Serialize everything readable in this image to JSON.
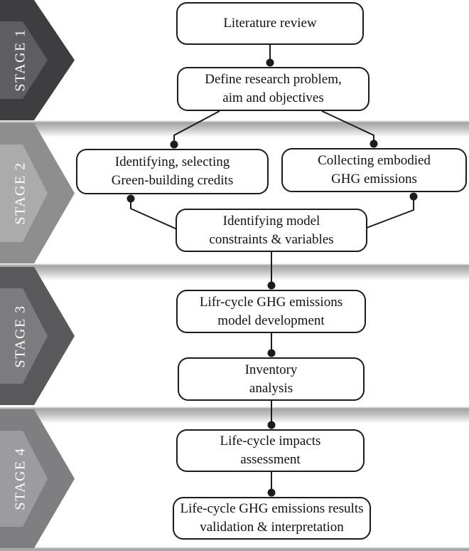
{
  "figure_type": "research-methodology-flowchart",
  "colors": {
    "line": "#1b1b1b",
    "box_fill": "#ffffff",
    "text": "#111111",
    "stage_text": "#ffffff",
    "stripe": "#a4a4a4"
  },
  "stages": [
    {
      "label": "STAGE 1",
      "outer_color": "#3e3e40",
      "inner_color": "#5e5e60"
    },
    {
      "label": "STAGE 2",
      "outer_color": "#8e8e8e",
      "inner_color": "#ababab"
    },
    {
      "label": "STAGE 3",
      "outer_color": "#59595b",
      "inner_color": "#7c7c7e"
    },
    {
      "label": "STAGE 4",
      "outer_color": "#7f7f81",
      "inner_color": "#9c9c9e"
    }
  ],
  "nodes": [
    {
      "id": "literature-review",
      "stage": 1,
      "lines": [
        "Literature review",
        ""
      ]
    },
    {
      "id": "define-research-problem",
      "stage": 1,
      "lines": [
        "Define research problem,",
        "aim and objectives"
      ]
    },
    {
      "id": "identifying-selecting-credits",
      "stage": 2,
      "lines": [
        "Identifying, selecting",
        "Green-building credits"
      ]
    },
    {
      "id": "collecting-embodied-ghg",
      "stage": 2,
      "lines": [
        "Collecting embodied",
        "GHG emissions"
      ]
    },
    {
      "id": "identifying-model-constraints",
      "stage": 2,
      "lines": [
        "Identifying model",
        "constraints & variables"
      ]
    },
    {
      "id": "lifecycle-ghg-model-development",
      "stage": 3,
      "lines": [
        "Lifr-cycle GHG emissions",
        "model development"
      ]
    },
    {
      "id": "inventory-analysis",
      "stage": 3,
      "lines": [
        "Inventory",
        "analysis"
      ]
    },
    {
      "id": "lifecycle-impacts-assessment",
      "stage": 4,
      "lines": [
        "Life-cycle impacts",
        "assessment"
      ]
    },
    {
      "id": "lifecycle-ghg-results-validation",
      "stage": 4,
      "lines": [
        "Life-cycle GHG emissions results",
        "validation & interpretation"
      ]
    }
  ],
  "edges": [
    {
      "from": "literature-review",
      "to": "define-research-problem",
      "terminal": "dot"
    },
    {
      "from": "define-research-problem",
      "to": "identifying-selecting-credits",
      "terminal": "dot"
    },
    {
      "from": "define-research-problem",
      "to": "collecting-embodied-ghg",
      "terminal": "dot"
    },
    {
      "from": "identifying-model-constraints",
      "to": "identifying-selecting-credits",
      "terminal": "dot"
    },
    {
      "from": "identifying-model-constraints",
      "to": "collecting-embodied-ghg",
      "terminal": "dot"
    },
    {
      "from": "identifying-model-constraints",
      "to": "lifecycle-ghg-model-development",
      "terminal": "dot"
    },
    {
      "from": "lifecycle-ghg-model-development",
      "to": "inventory-analysis",
      "terminal": "dot"
    },
    {
      "from": "inventory-analysis",
      "to": "lifecycle-impacts-assessment",
      "terminal": "dot"
    },
    {
      "from": "lifecycle-impacts-assessment",
      "to": "lifecycle-ghg-results-validation",
      "terminal": "dot"
    }
  ]
}
